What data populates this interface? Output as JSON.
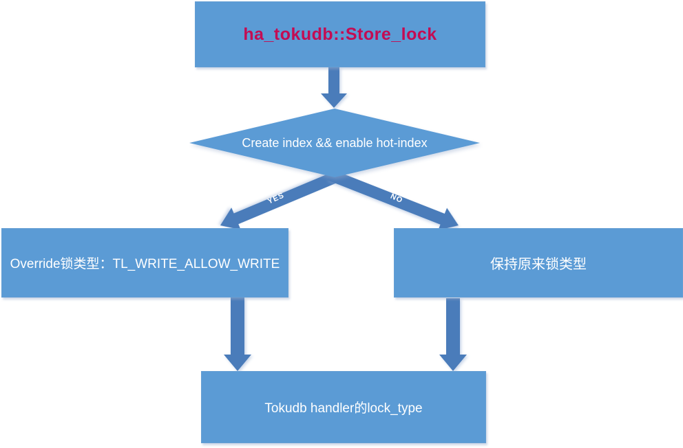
{
  "flowchart": {
    "nodes": {
      "title": {
        "label": "ha_tokudb::Store_lock"
      },
      "decision": {
        "label": "Create index && enable hot-index"
      },
      "override": {
        "label": "Override锁类型：TL_WRITE_ALLOW_WRITE"
      },
      "keep": {
        "label": "保持原来锁类型"
      },
      "result": {
        "label": "Tokudb handler的lock_type"
      }
    },
    "edges": {
      "yes_label": "YES",
      "no_label": "NO"
    },
    "colors": {
      "node_fill": "#5b9bd5",
      "arrow_fill": "#4a7cba",
      "title_text_color": "#c30c53",
      "node_text_color": "#ffffff"
    }
  }
}
